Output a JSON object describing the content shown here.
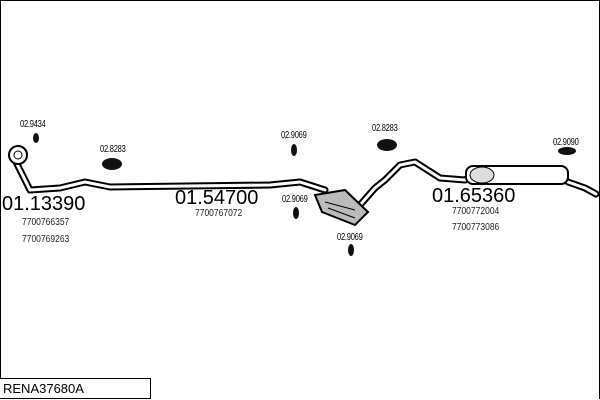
{
  "drawing_code": "RENA37680A",
  "parts": [
    {
      "part_no": "01.13390",
      "oe_numbers": [
        "7700766357",
        "7700769263"
      ]
    },
    {
      "part_no": "01.54700",
      "oe_numbers": [
        "7700767072"
      ]
    },
    {
      "part_no": "01.65360",
      "oe_numbers": [
        "7700772004",
        "7700773086"
      ]
    }
  ],
  "fittings": [
    "02.9434",
    "02.8283",
    "02.9069",
    "02.9069",
    "02.9069",
    "02.8283",
    "02.9090"
  ]
}
